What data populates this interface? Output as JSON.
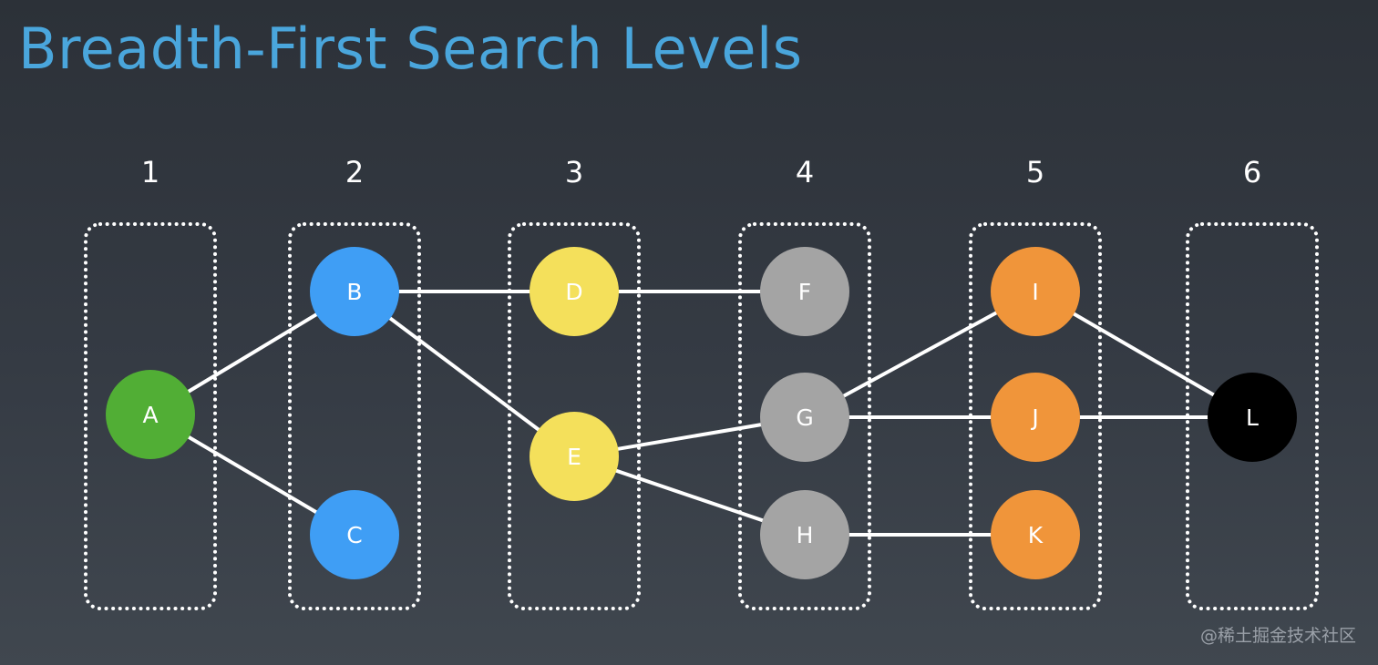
{
  "title": "Breadth-First Search Levels",
  "watermark": "@稀土掘金技术社区",
  "levels": [
    "1",
    "2",
    "3",
    "4",
    "5",
    "6"
  ],
  "nodes": [
    {
      "id": "A",
      "label": "A",
      "level": 1,
      "color": "#51ae35"
    },
    {
      "id": "B",
      "label": "B",
      "level": 2,
      "color": "#3f9ef5"
    },
    {
      "id": "C",
      "label": "C",
      "level": 2,
      "color": "#3f9ef5"
    },
    {
      "id": "D",
      "label": "D",
      "level": 3,
      "color": "#f4e05b"
    },
    {
      "id": "E",
      "label": "E",
      "level": 3,
      "color": "#f4e05b"
    },
    {
      "id": "F",
      "label": "F",
      "level": 4,
      "color": "#a4a4a4"
    },
    {
      "id": "G",
      "label": "G",
      "level": 4,
      "color": "#a4a4a4"
    },
    {
      "id": "H",
      "label": "H",
      "level": 4,
      "color": "#a4a4a4"
    },
    {
      "id": "I",
      "label": "I",
      "level": 5,
      "color": "#f0953a"
    },
    {
      "id": "J",
      "label": "J",
      "level": 5,
      "color": "#f0953a"
    },
    {
      "id": "K",
      "label": "K",
      "level": 5,
      "color": "#f0953a"
    },
    {
      "id": "L",
      "label": "L",
      "level": 6,
      "color": "#000000"
    }
  ],
  "edges": [
    [
      "A",
      "B"
    ],
    [
      "A",
      "C"
    ],
    [
      "B",
      "D"
    ],
    [
      "B",
      "E"
    ],
    [
      "D",
      "F"
    ],
    [
      "E",
      "G"
    ],
    [
      "E",
      "H"
    ],
    [
      "G",
      "I"
    ],
    [
      "G",
      "J"
    ],
    [
      "H",
      "K"
    ],
    [
      "I",
      "L"
    ],
    [
      "J",
      "L"
    ]
  ]
}
